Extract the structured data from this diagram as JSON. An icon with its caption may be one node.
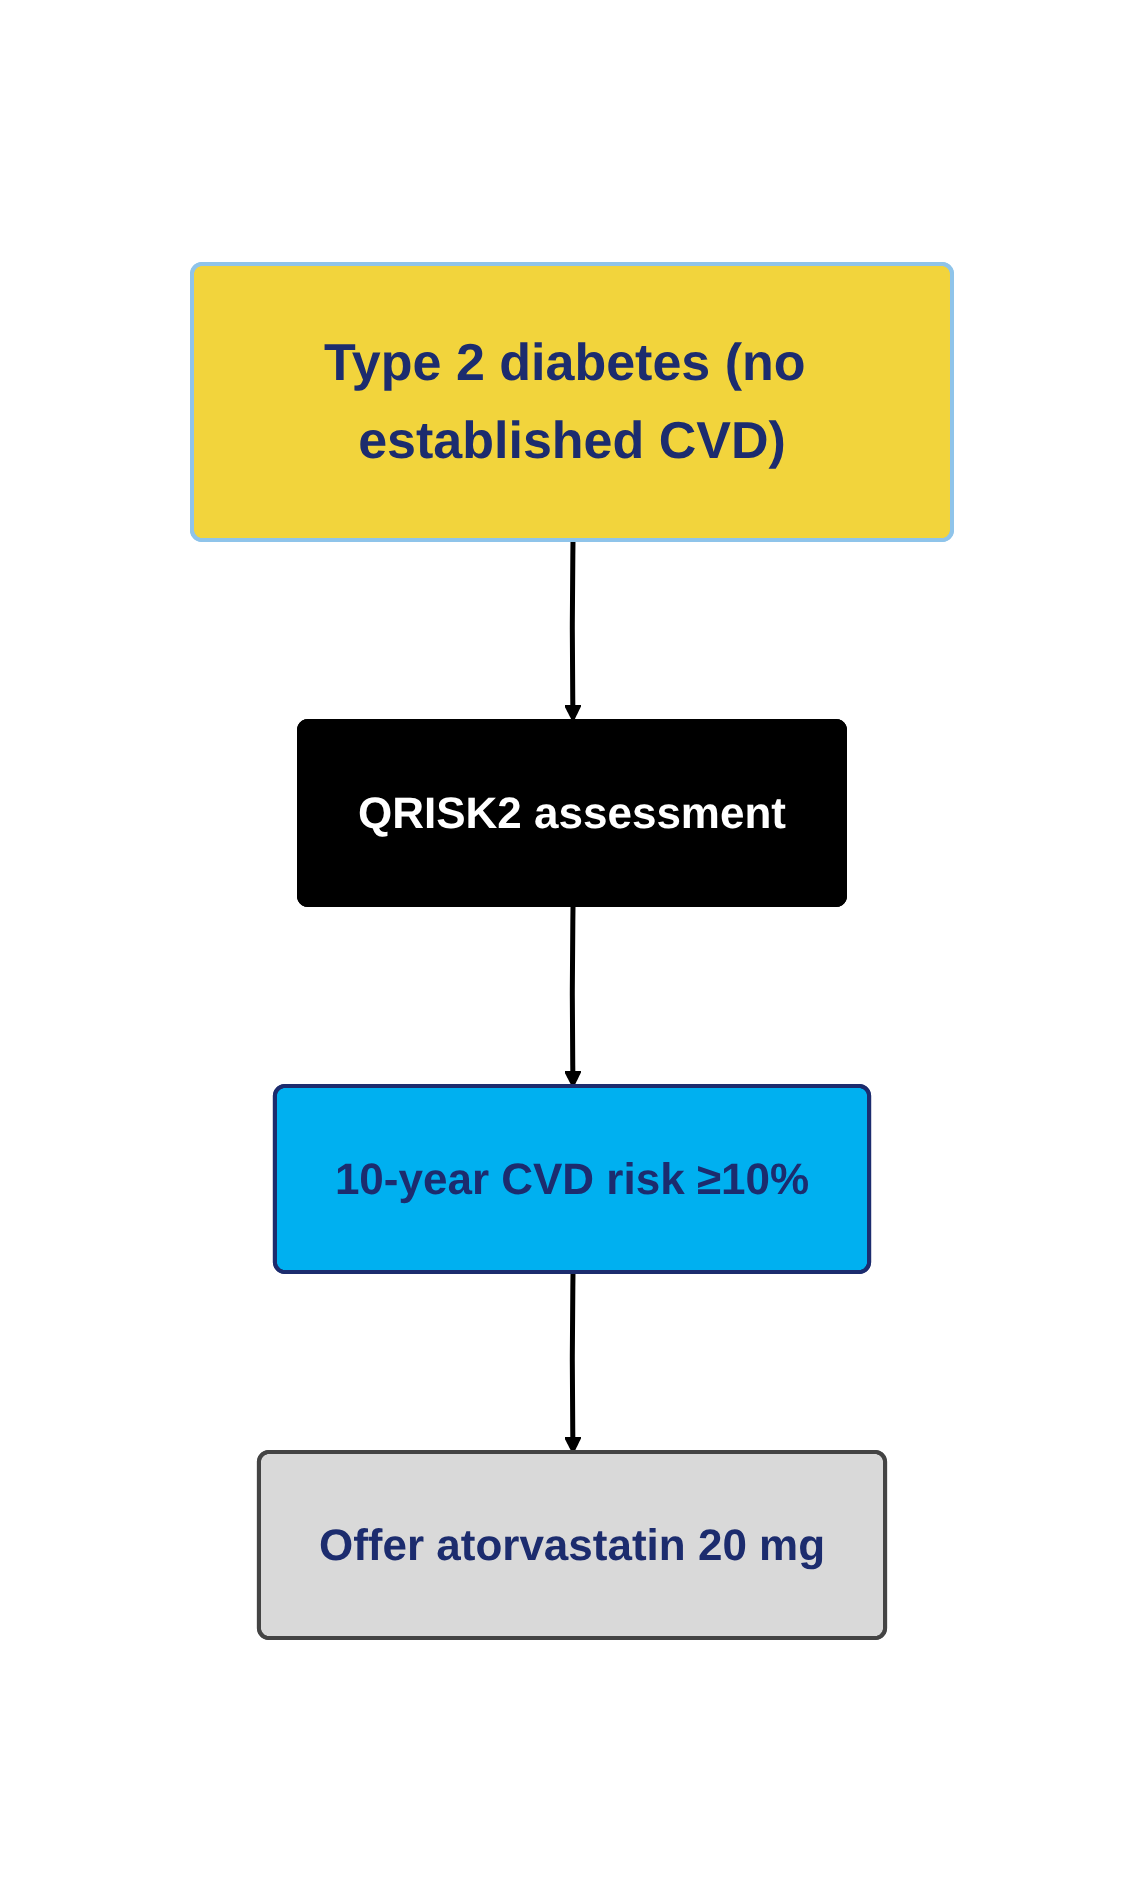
{
  "diagram": {
    "nodes": [
      {
        "text": [
          "Type 2 diabetes (no established CVD)"
        ]
      },
      {
        "text": [
          "QRISK2 assessment"
        ]
      },
      {
        "text": [
          "10-year CVD risk ≥10%"
        ]
      },
      {
        "text": [
          "Offer atorvastatin 20 mg"
        ]
      }
    ],
    "edges": [
      {
        "from": 0,
        "to": 1,
        "arrow": "to"
      },
      {
        "from": 1,
        "to": 2,
        "arrow": "to"
      },
      {
        "from": 2,
        "to": 3,
        "arrow": "to"
      }
    ]
  }
}
